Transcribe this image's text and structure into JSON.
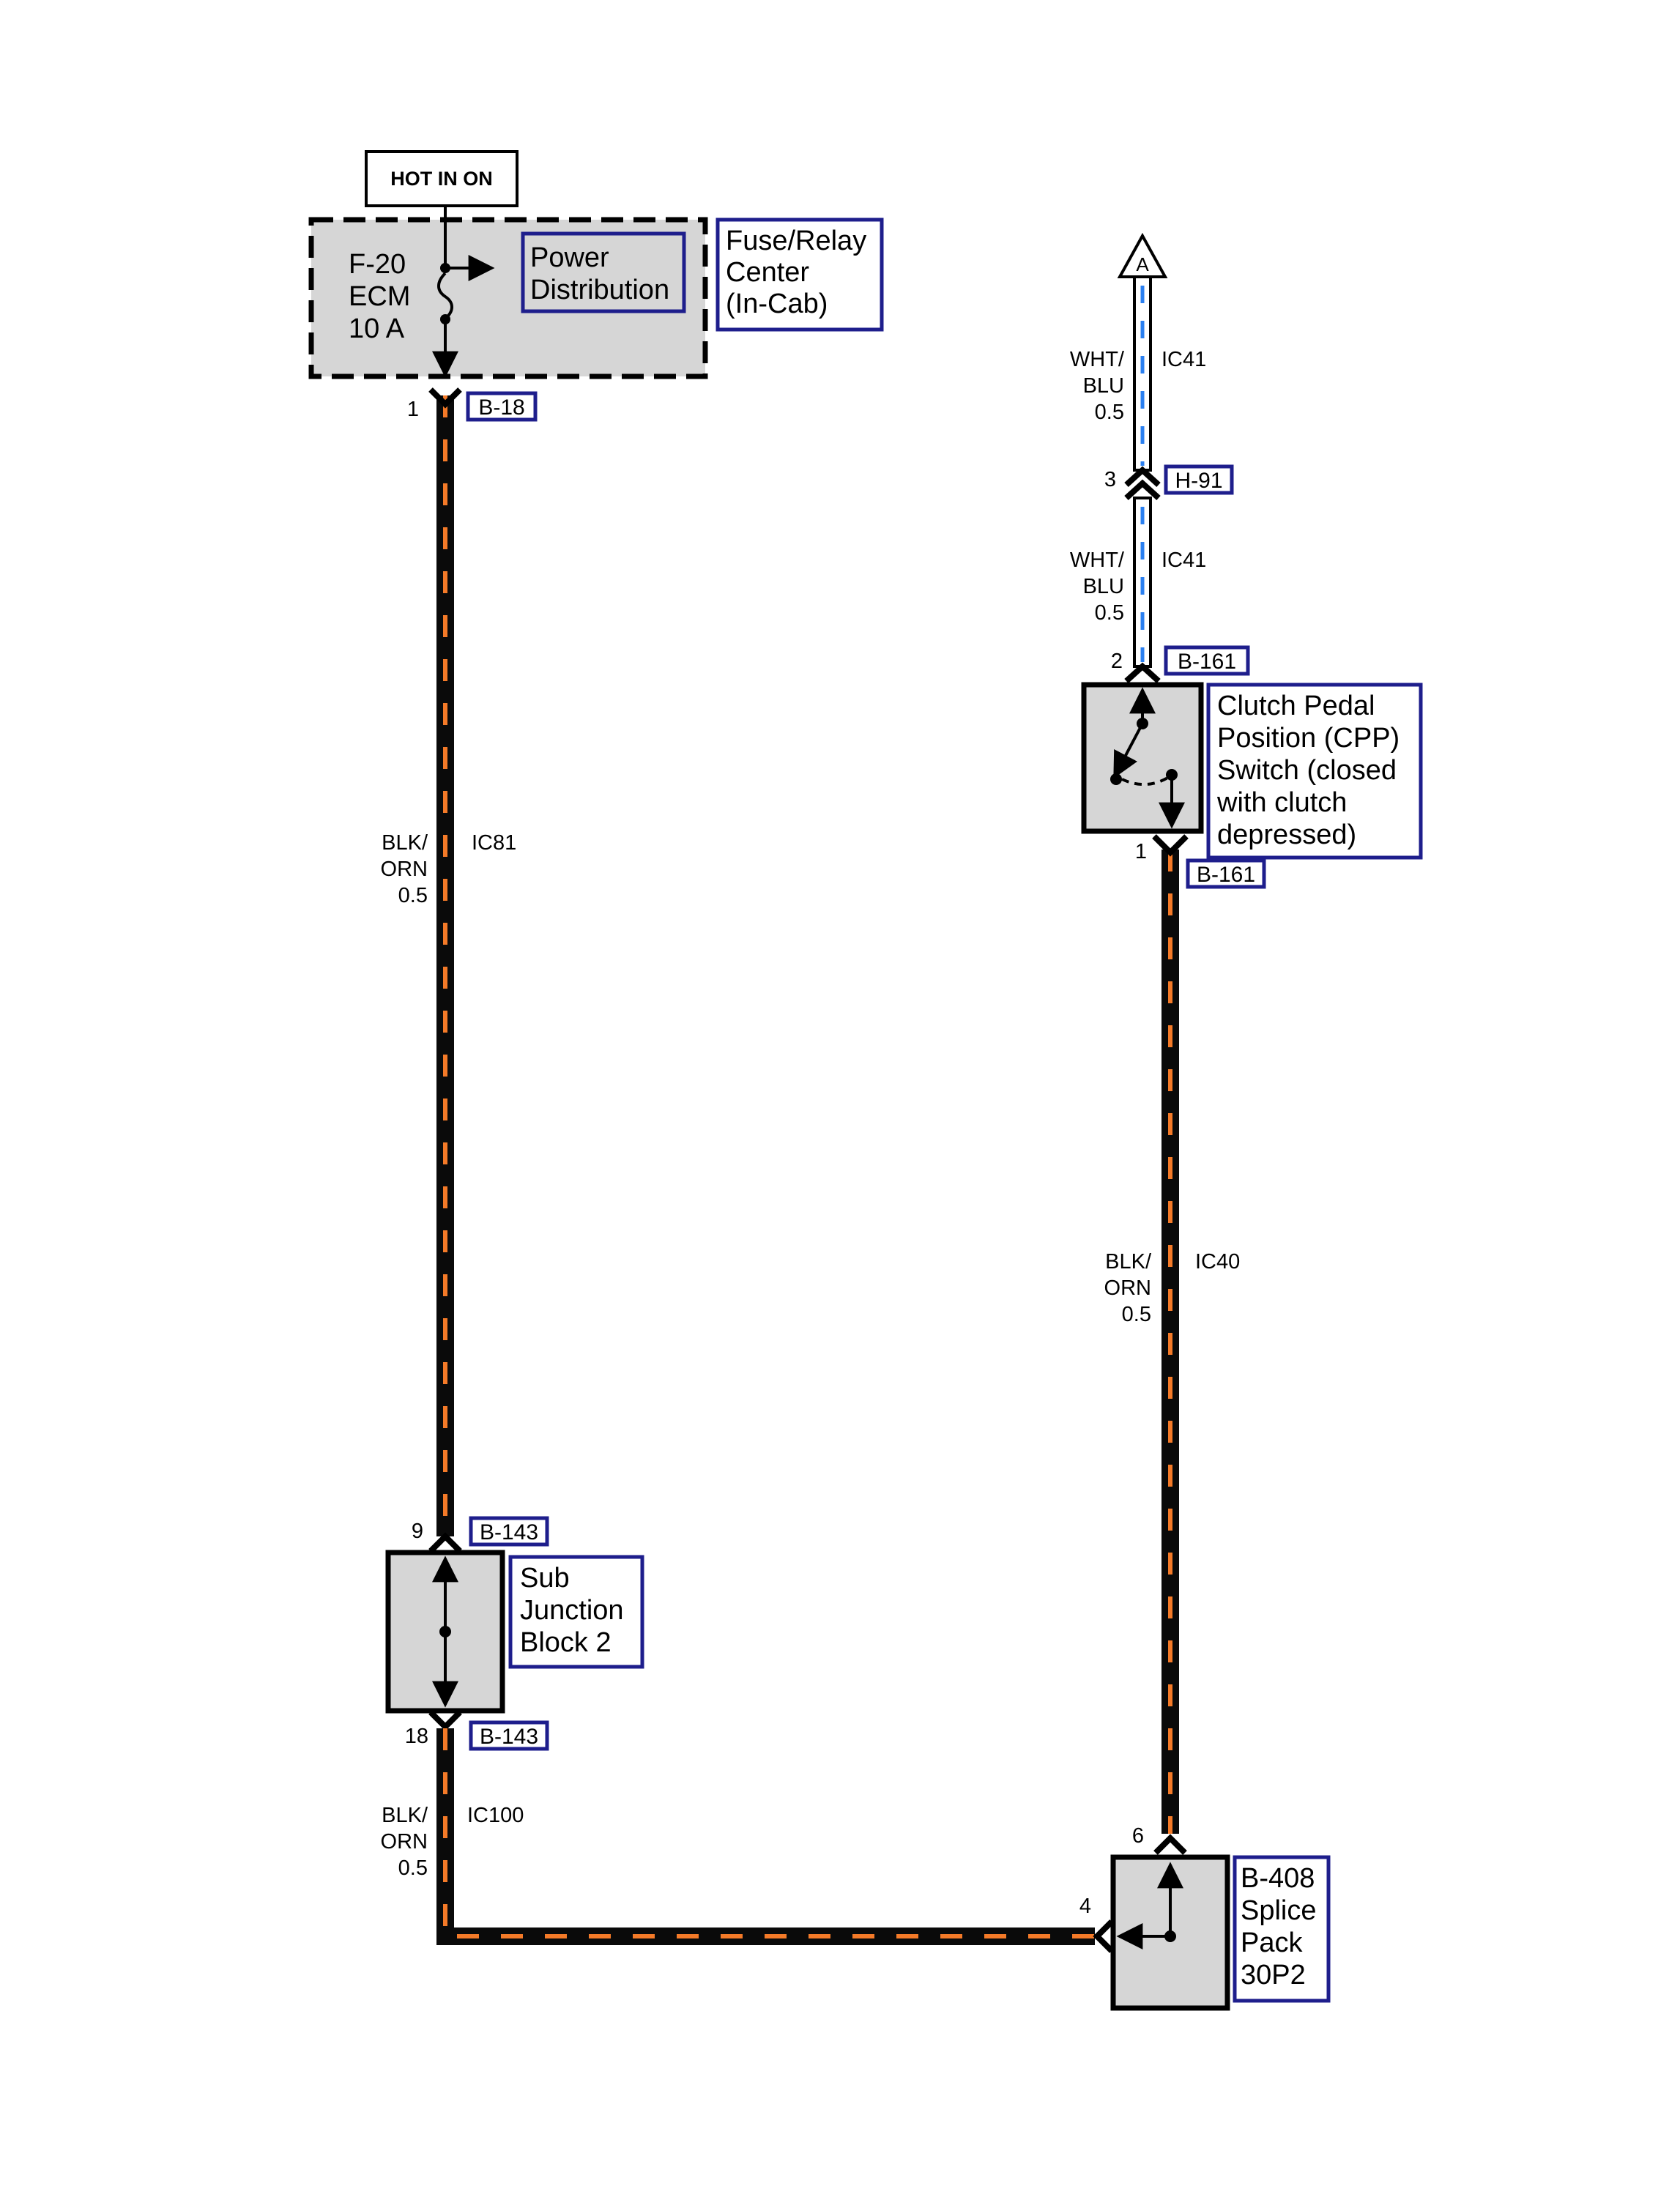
{
  "colors": {
    "connector_border": "#1e1e8c",
    "component_fill": "#d6d6d6",
    "wire_black": "#0a0a0a",
    "wire_orange_stripe": "#f47a28",
    "wire_white": "#ffffff",
    "wire_blue_stripe": "#2a7ff0"
  },
  "hot_label": "HOT IN ON",
  "fuse": {
    "line1": "F-20",
    "line2": "ECM",
    "line3": "10 A"
  },
  "power_distribution": {
    "line1": "Power",
    "line2": "Distribution"
  },
  "fuse_relay_center": {
    "line1": "Fuse/Relay",
    "line2": "Center",
    "line3": "(In-Cab)"
  },
  "connectors": {
    "b18": {
      "pin": "1",
      "label": "B-18"
    },
    "b143_top": {
      "pin": "9",
      "label": "B-143"
    },
    "b143_bottom": {
      "pin": "18",
      "label": "B-143"
    },
    "h91": {
      "pin": "3",
      "label": "H-91"
    },
    "b161_top": {
      "pin": "2",
      "label": "B-161"
    },
    "b161_bottom": {
      "pin": "1",
      "label": "B-161"
    },
    "b408_top_pin": "6",
    "b408_left_pin": "4"
  },
  "offpage": {
    "symbol": "A"
  },
  "wires": {
    "ic81": {
      "color_line1": "BLK/",
      "color_line2": "ORN",
      "size": "0.5",
      "circuit": "IC81"
    },
    "ic100": {
      "color_line1": "BLK/",
      "color_line2": "ORN",
      "size": "0.5",
      "circuit": "IC100"
    },
    "ic40": {
      "color_line1": "BLK/",
      "color_line2": "ORN",
      "size": "0.5",
      "circuit": "IC40"
    },
    "ic41_upper": {
      "color_line1": "WHT/",
      "color_line2": "BLU",
      "size": "0.5",
      "circuit": "IC41"
    },
    "ic41_lower": {
      "color_line1": "WHT/",
      "color_line2": "BLU",
      "size": "0.5",
      "circuit": "IC41"
    }
  },
  "sub_junction": {
    "line1": "Sub",
    "line2": "Junction",
    "line3": "Block 2"
  },
  "cpp_switch": {
    "line1": "Clutch Pedal",
    "line2": "Position (CPP)",
    "line3": "Switch (closed",
    "line4": "with clutch",
    "line5": "depressed)"
  },
  "splice_pack": {
    "line1": "B-408",
    "line2": "Splice",
    "line3": "Pack",
    "line4": "30P2"
  }
}
